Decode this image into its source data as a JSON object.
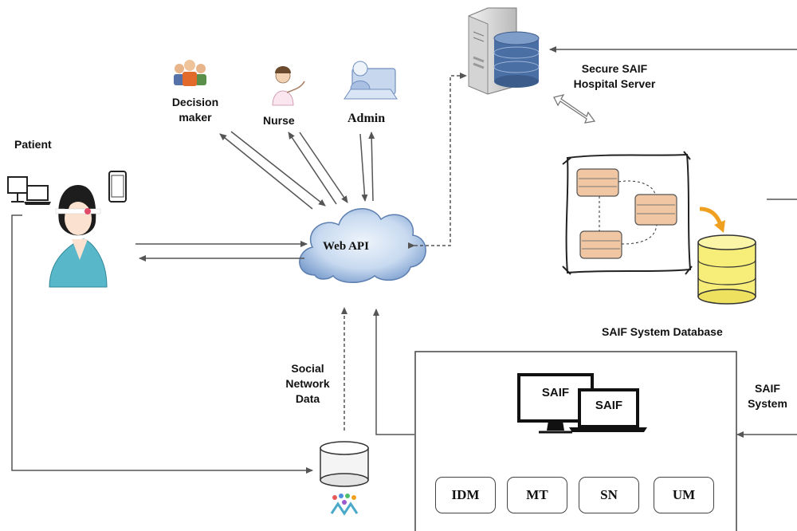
{
  "labels": {
    "patient": "Patient",
    "decision_maker": [
      "Decision",
      "maker"
    ],
    "nurse": "Nurse",
    "admin": "Admin",
    "web_api": "Web API",
    "hospital_server": [
      "Secure SAIF",
      "Hospital Server"
    ],
    "system_database": "SAIF System Database",
    "social_network": [
      "Social",
      "Network",
      "Data"
    ],
    "saif_system": [
      "SAIF",
      "System"
    ]
  },
  "monitors": [
    "SAIF",
    "SAIF"
  ],
  "modules": [
    "IDM",
    "MT",
    "SN",
    "UM"
  ],
  "icons": [
    "decision-maker-icon",
    "nurse-icon",
    "admin-icon",
    "server-icon",
    "database-icon",
    "patient-icon",
    "laptop-icon",
    "desktop-icon",
    "phone-icon",
    "cloud-icon",
    "social-users-icon",
    "monitor-icon"
  ],
  "colors": {
    "server_db": "#4a6fa5",
    "module_box": "#f1c7a3",
    "db_yellow": "#f7ee7a",
    "cloud": "#a8c3e4",
    "arrow": "#555555"
  }
}
